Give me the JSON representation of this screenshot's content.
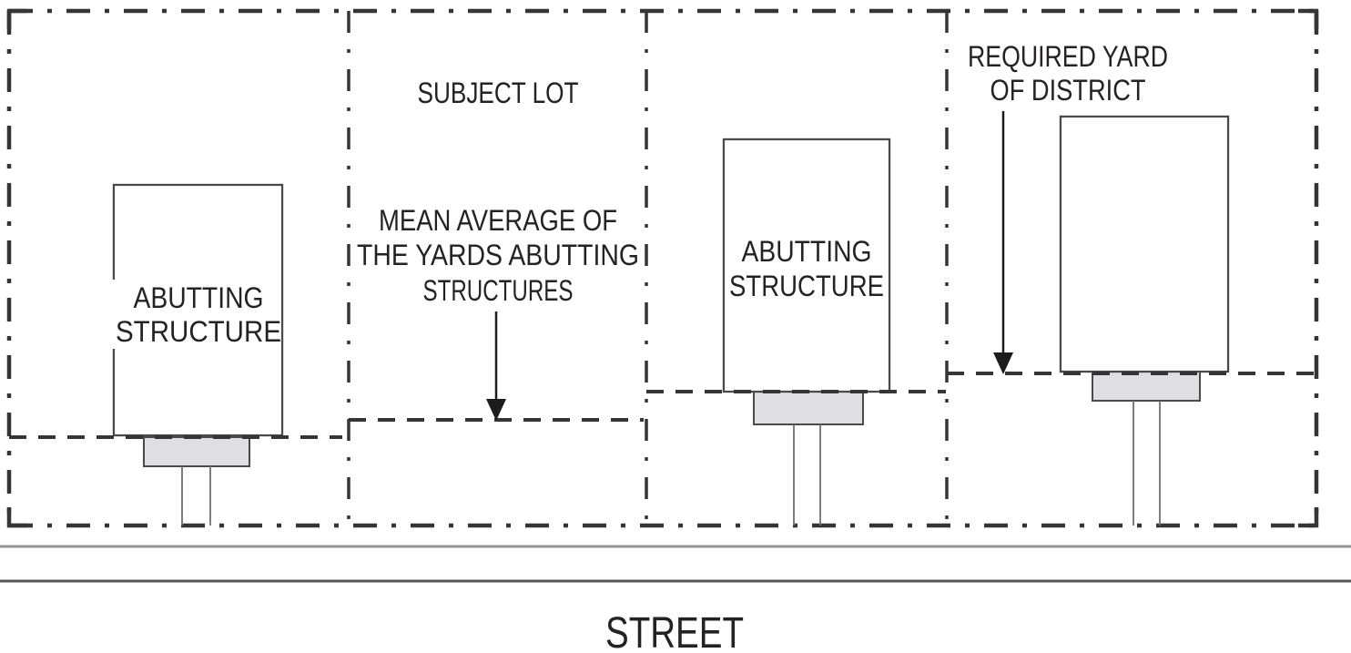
{
  "diagram": {
    "lot1": {
      "building_label_line1": "ABUTTING",
      "building_label_line2": "STRUCTURE"
    },
    "lot2": {
      "lot_title": "SUBJECT LOT",
      "annotation_line1": "MEAN AVERAGE OF",
      "annotation_line2": "THE YARDS ABUTTING",
      "annotation_line3": "STRUCTURES"
    },
    "lot3": {
      "building_label_line1": "ABUTTING",
      "building_label_line2": "STRUCTURE"
    },
    "lot4": {
      "annotation_line1": "REQUIRED YARD",
      "annotation_line2": "OF DISTRICT"
    },
    "street": {
      "label": "STREET"
    },
    "colors": {
      "line_dark": "#353537",
      "building_fill": "#dfdfe1",
      "building_stroke": "#4a4a4c",
      "street_line_upper": "#949496",
      "street_line_lower": "#565658",
      "text": "#262224",
      "background": "#ffffff"
    }
  }
}
